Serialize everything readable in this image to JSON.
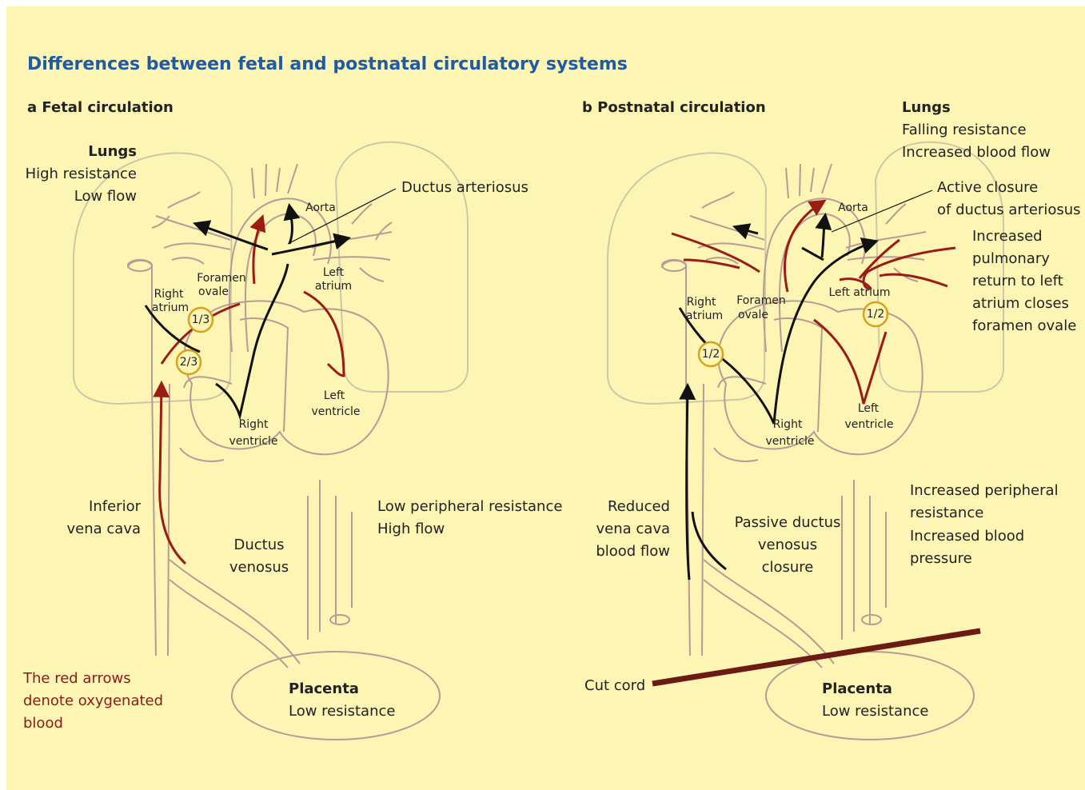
{
  "colors": {
    "background": "#fdf5b4",
    "title": "#1f5aa6",
    "outline": "#b89b96",
    "oxygenated": "#9b1b15",
    "deoxygenated": "#111111",
    "cord": "#6b1a14",
    "ratio_circle": "#d6a21e"
  },
  "title": "Differences between fetal and postnatal circulatory systems",
  "fetal": {
    "heading": "a Fetal circulation",
    "lungs": {
      "heading": "Lungs",
      "line1": "High resistance",
      "line2": "Low flow"
    },
    "ductus_arteriosus": "Ductus arteriosus",
    "aorta": "Aorta",
    "foramen_ovale": {
      "line1": "Foramen",
      "line2": "ovale"
    },
    "left_atrium": {
      "line1": "Left",
      "line2": "atrium"
    },
    "right_atrium": {
      "line1": "Right",
      "line2": "atrium"
    },
    "ratio_top": "1/3",
    "ratio_bottom": "2/3",
    "left_ventricle": {
      "line1": "Left",
      "line2": "ventricle"
    },
    "right_ventricle": {
      "line1": "Right",
      "line2": "ventricle"
    },
    "inferior_vena_cava": {
      "line1": "Inferior",
      "line2": "vena cava"
    },
    "ductus_venosus": {
      "line1": "Ductus",
      "line2": "venosus"
    },
    "peripheral": {
      "line1": "Low peripheral resistance",
      "line2": "High flow"
    },
    "placenta": {
      "heading": "Placenta",
      "line1": "Low resistance"
    },
    "note": {
      "line1": "The red arrows",
      "line2": "denote oxygenated",
      "line3": "blood"
    }
  },
  "postnatal": {
    "heading": "b Postnatal circulation",
    "lungs": {
      "heading": "Lungs",
      "line1": "Falling resistance",
      "line2": "Increased blood flow"
    },
    "ductus_closure": {
      "line1": "Active closure",
      "line2": "of ductus arteriosus"
    },
    "aorta": "Aorta",
    "pulmonary_return": {
      "line1": "Increased",
      "line2": "pulmonary",
      "line3": "return to left",
      "line4": "atrium closes",
      "line5": "foramen ovale"
    },
    "left_atrium": "Left atrium",
    "foramen_ovale": {
      "line1": "Foramen",
      "line2": "ovale"
    },
    "right_atrium": {
      "line1": "Right",
      "line2": "atrium"
    },
    "ratio_left": "1/2",
    "ratio_right": "1/2",
    "left_ventricle": {
      "line1": "Left",
      "line2": "ventricle"
    },
    "right_ventricle": {
      "line1": "Right",
      "line2": "ventricle"
    },
    "vena_cava": {
      "line1": "Reduced",
      "line2": "vena cava",
      "line3": "blood flow"
    },
    "ductus_venosus": {
      "line1": "Passive ductus",
      "line2": "venosus",
      "line3": "closure"
    },
    "peripheral": {
      "line1": "Increased peripheral",
      "line2": "resistance",
      "line3": "Increased blood",
      "line4": "pressure"
    },
    "cut_cord": "Cut cord",
    "placenta": {
      "heading": "Placenta",
      "line1": "Low resistance"
    }
  }
}
